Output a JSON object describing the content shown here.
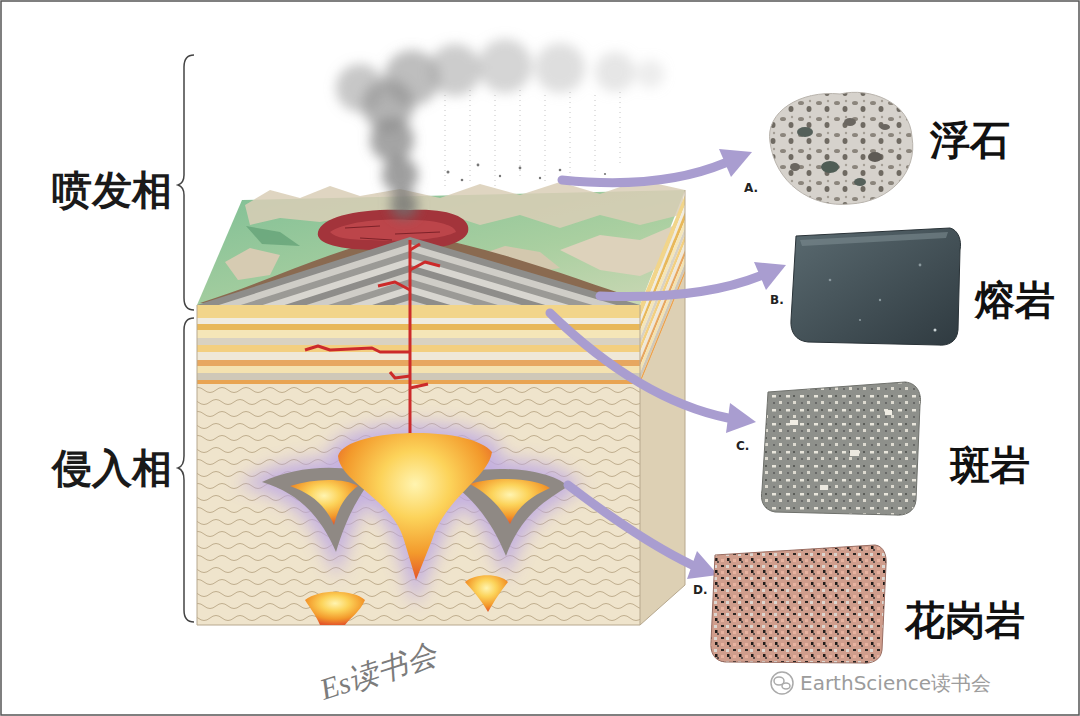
{
  "diagram": {
    "nodes": [
      {
        "text": [
          "A.",
          "浮石"
        ]
      },
      {
        "text": [
          "B.",
          "熔岩"
        ]
      },
      {
        "text": [
          "C.",
          "斑岩"
        ]
      },
      {
        "text": [
          "D.",
          "花岗岩"
        ]
      }
    ],
    "labels": [
      "喷发相",
      "侵入相",
      "Es读书会",
      "EarthScience读书会"
    ]
  }
}
